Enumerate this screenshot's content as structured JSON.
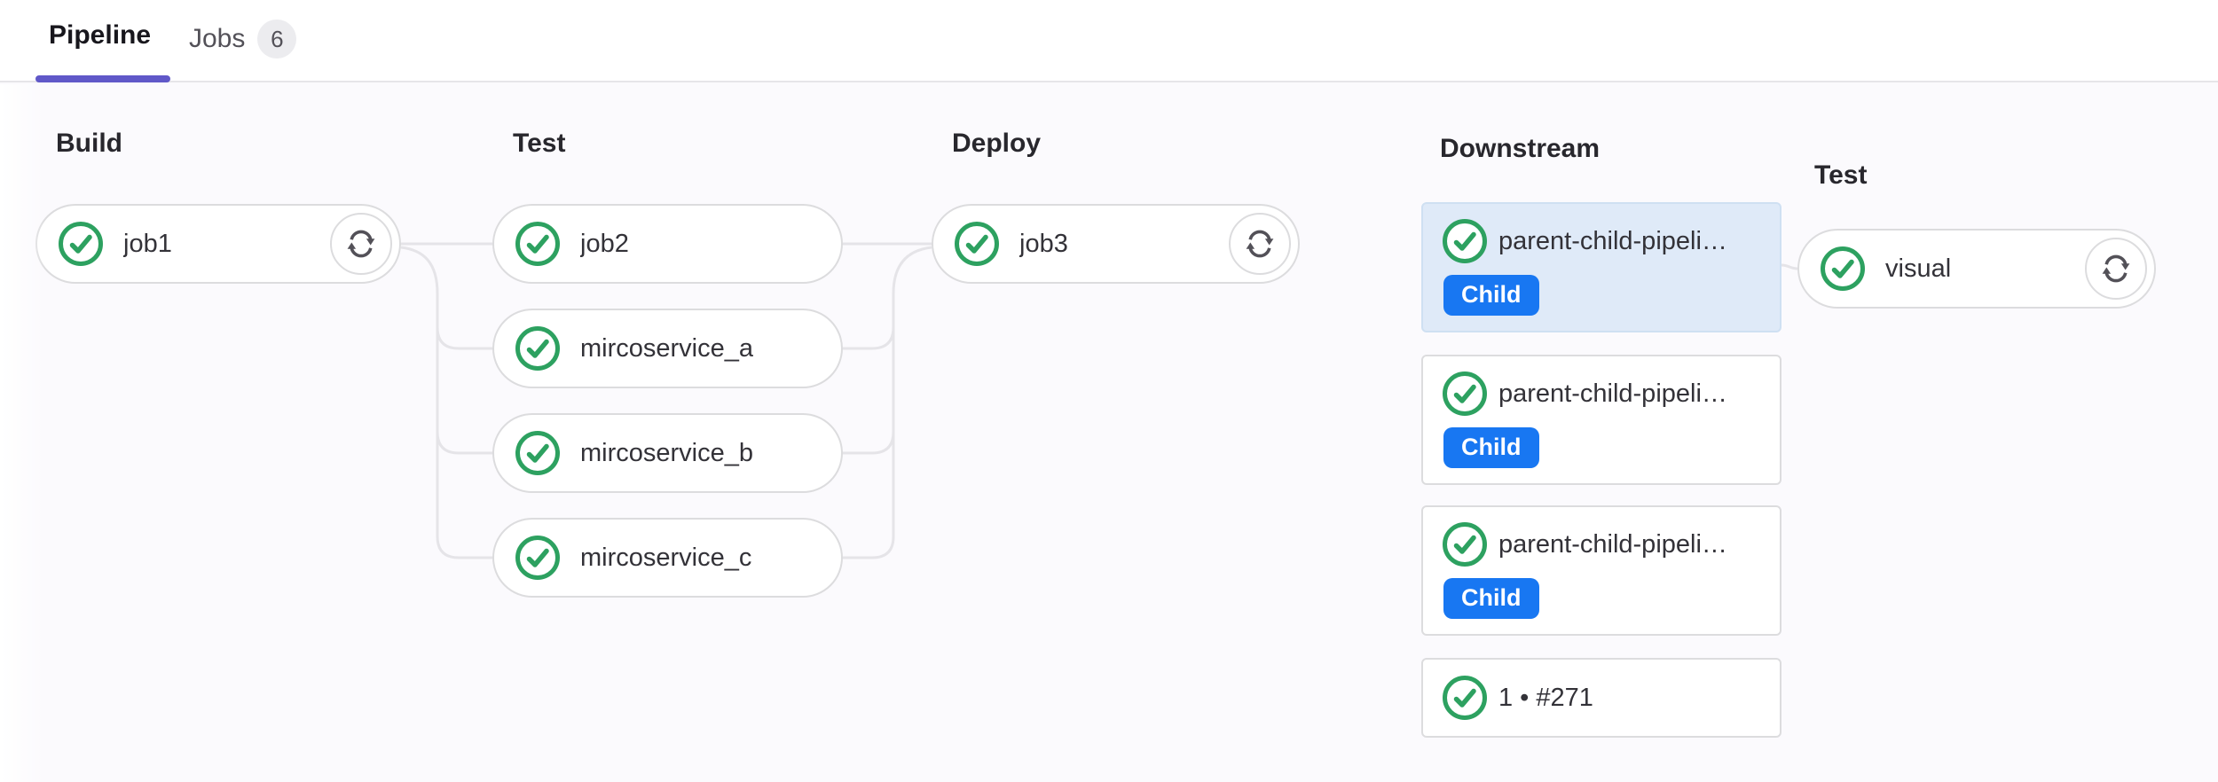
{
  "tabs": {
    "pipeline_label": "Pipeline",
    "jobs_label": "Jobs",
    "jobs_count": "6",
    "active_tab": "Pipeline"
  },
  "stages": {
    "build": {
      "title": "Build"
    },
    "test": {
      "title": "Test"
    },
    "deploy": {
      "title": "Deploy"
    },
    "downstream": {
      "title": "Downstream"
    },
    "test2": {
      "title": "Test"
    }
  },
  "jobs": {
    "job1": {
      "name": "job1",
      "status": "success",
      "retryable": true
    },
    "job2": {
      "name": "job2",
      "status": "success",
      "retryable": false
    },
    "microservice_a": {
      "name": "mircoservice_a",
      "status": "success",
      "retryable": false
    },
    "microservice_b": {
      "name": "mircoservice_b",
      "status": "success",
      "retryable": false
    },
    "microservice_c": {
      "name": "mircoservice_c",
      "status": "success",
      "retryable": false
    },
    "job3": {
      "name": "job3",
      "status": "success",
      "retryable": true
    },
    "visual": {
      "name": "visual",
      "status": "success",
      "retryable": true
    }
  },
  "downstream": {
    "pipelines": [
      {
        "name": "parent-child-pipeli…",
        "badge": "Child",
        "status": "success",
        "selected": true
      },
      {
        "name": "parent-child-pipeli…",
        "badge": "Child",
        "status": "success",
        "selected": false
      },
      {
        "name": "parent-child-pipeli…",
        "badge": "Child",
        "status": "success",
        "selected": false
      },
      {
        "name": "1 • #271",
        "badge": "",
        "status": "success",
        "selected": false
      }
    ]
  },
  "colors": {
    "success_green": "#2da160",
    "child_badge_blue": "#1877f2",
    "active_tab_indicator": "#6058c8",
    "selected_card_bg": "#dfeaf8",
    "connector_gray": "#e5e4e8",
    "graph_background": "#fbfafd"
  },
  "icons": {
    "status": "check-circle-icon",
    "retry": "retry-arrows-icon"
  }
}
